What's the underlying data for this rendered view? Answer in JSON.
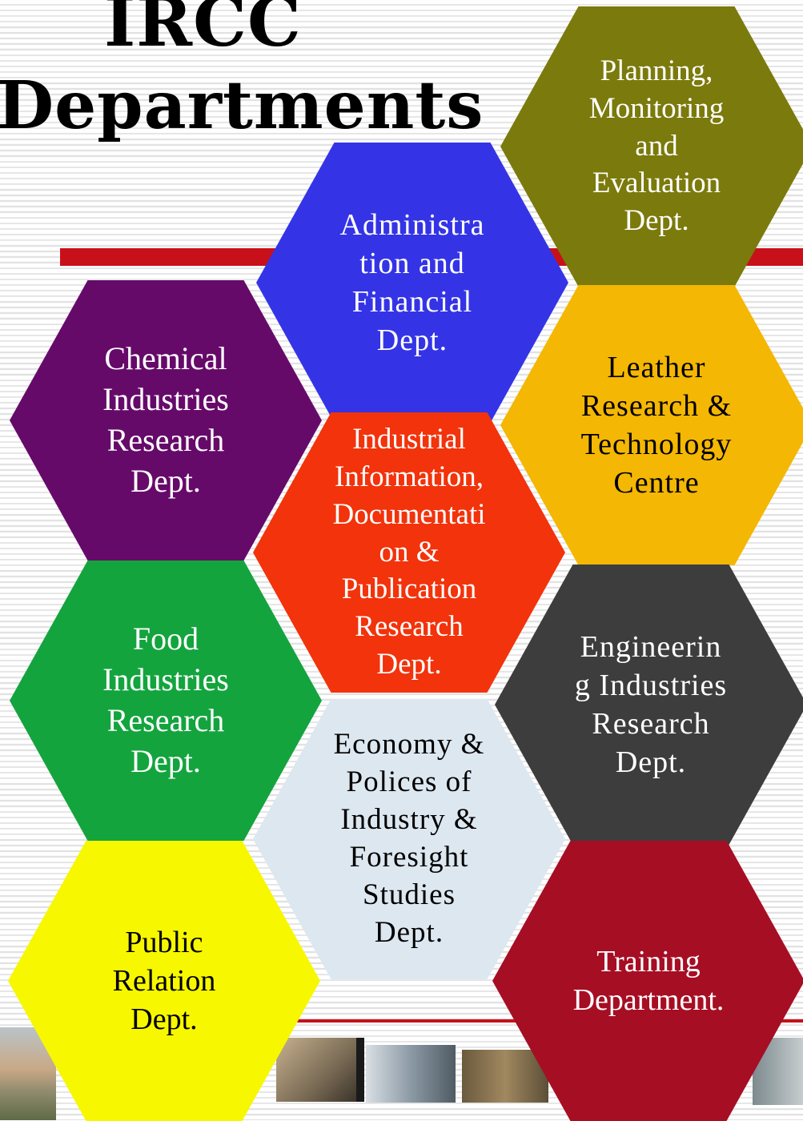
{
  "header": {
    "line1": "IRCC",
    "line2": "Departments"
  },
  "colors": {
    "accent_rule": "#c8101a",
    "background_stripe": "#e2e2e2"
  },
  "departments": [
    {
      "name": "Planning,\nMonitoring\nand\nEvaluation\nDept.",
      "color": "#7b7a0c",
      "text_color": "#ffffff"
    },
    {
      "name": "Administra\ntion and\nFinancial\nDept.",
      "color": "#3434e6",
      "text_color": "#ffffff"
    },
    {
      "name": "Chemical\nIndustries\nResearch\nDept.",
      "color": "#660a6a",
      "text_color": "#ffffff"
    },
    {
      "name": "Leather\nResearch &\nTechnology\nCentre",
      "color": "#f4b703",
      "text_color": "#000000"
    },
    {
      "name": "Industrial\nInformation,\nDocumentati\non &\nPublication\nResearch\nDept.",
      "color": "#f2330b",
      "text_color": "#ffffff"
    },
    {
      "name": "Food\nIndustries\nResearch\nDept.",
      "color": "#14a43e",
      "text_color": "#ffffff"
    },
    {
      "name": "Engineerin\ng Industries\nResearch\nDept.",
      "color": "#3d3d3d",
      "text_color": "#ffffff"
    },
    {
      "name": "Economy &\nPolices of\nIndustry &\nForesight\nStudies\nDept.",
      "color": "#dde7f0",
      "text_color": "#000000"
    },
    {
      "name": "Public\nRelation\nDept.",
      "color": "#f7f700",
      "text_color": "#000000"
    },
    {
      "name": "Training\nDepartment.",
      "color": "#a60e24",
      "text_color": "#ffffff"
    }
  ],
  "photos": [
    {
      "name": "building-photo"
    },
    {
      "name": "lab-photo-1"
    },
    {
      "name": "lab-photo-2"
    },
    {
      "name": "lab-photo-3"
    },
    {
      "name": "lab-photo-4"
    }
  ]
}
